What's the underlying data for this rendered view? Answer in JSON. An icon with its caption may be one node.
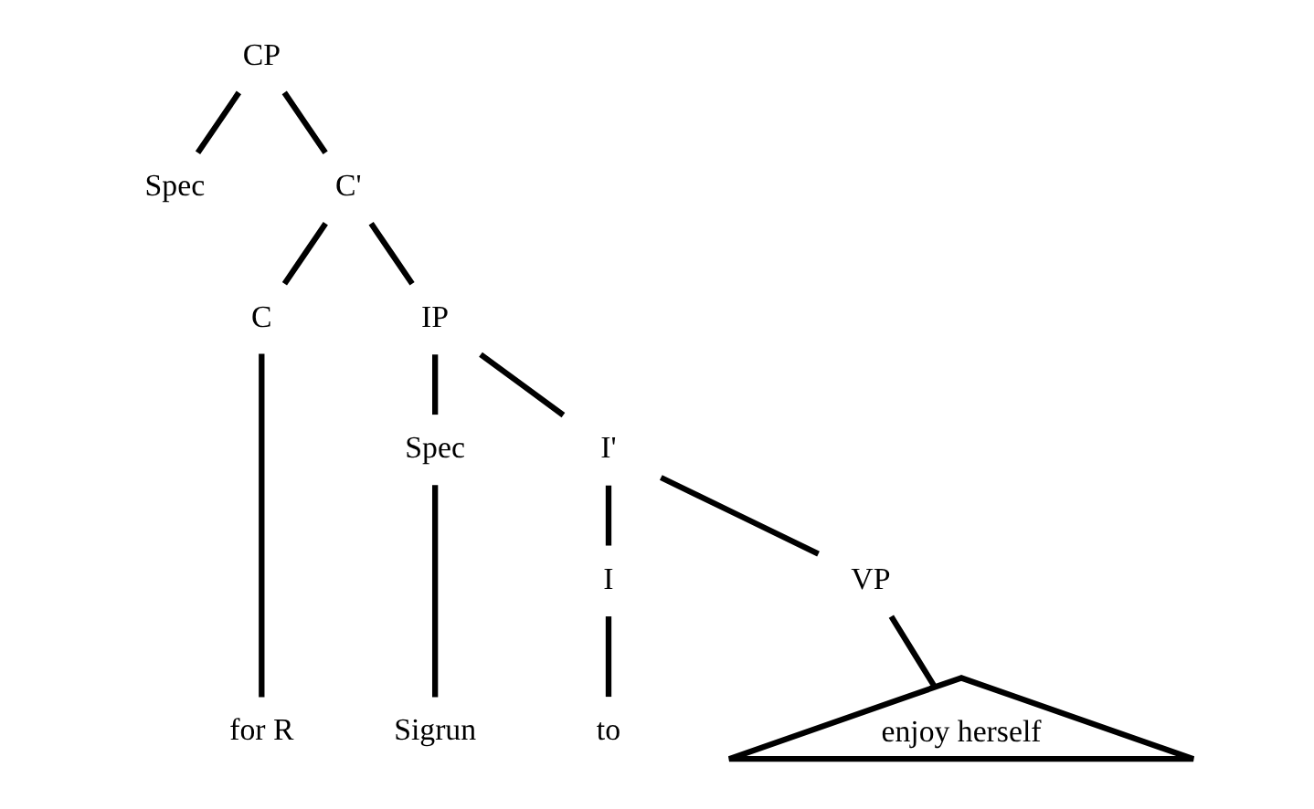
{
  "diagram": {
    "nodes": [
      {
        "text": [
          "CP"
        ]
      },
      {
        "text": [
          "Spec"
        ]
      },
      {
        "text": [
          "C'"
        ]
      },
      {
        "text": [
          "C"
        ]
      },
      {
        "text": [
          "IP"
        ]
      },
      {
        "text": [
          "Spec"
        ]
      },
      {
        "text": [
          "I'"
        ]
      },
      {
        "text": [
          "I"
        ]
      },
      {
        "text": [
          "VP"
        ]
      },
      {
        "text": [
          "for R"
        ]
      },
      {
        "text": [
          "Sigrun"
        ]
      },
      {
        "text": [
          "to"
        ]
      },
      {
        "text": [
          "enjoy herself"
        ]
      }
    ],
    "edges": [
      {
        "from": 0,
        "to": 1,
        "arrow": "none"
      },
      {
        "from": 0,
        "to": 2,
        "arrow": "none"
      },
      {
        "from": 2,
        "to": 3,
        "arrow": "none"
      },
      {
        "from": 2,
        "to": 4,
        "arrow": "none"
      },
      {
        "from": 3,
        "to": 9,
        "arrow": "none"
      },
      {
        "from": 4,
        "to": 5,
        "arrow": "none"
      },
      {
        "from": 4,
        "to": 6,
        "arrow": "none"
      },
      {
        "from": 5,
        "to": 10,
        "arrow": "none"
      },
      {
        "from": 6,
        "to": 7,
        "arrow": "none"
      },
      {
        "from": 6,
        "to": 8,
        "arrow": "none"
      },
      {
        "from": 7,
        "to": 11,
        "arrow": "none"
      },
      {
        "from": 8,
        "to": 12,
        "arrow": "none"
      }
    ]
  }
}
